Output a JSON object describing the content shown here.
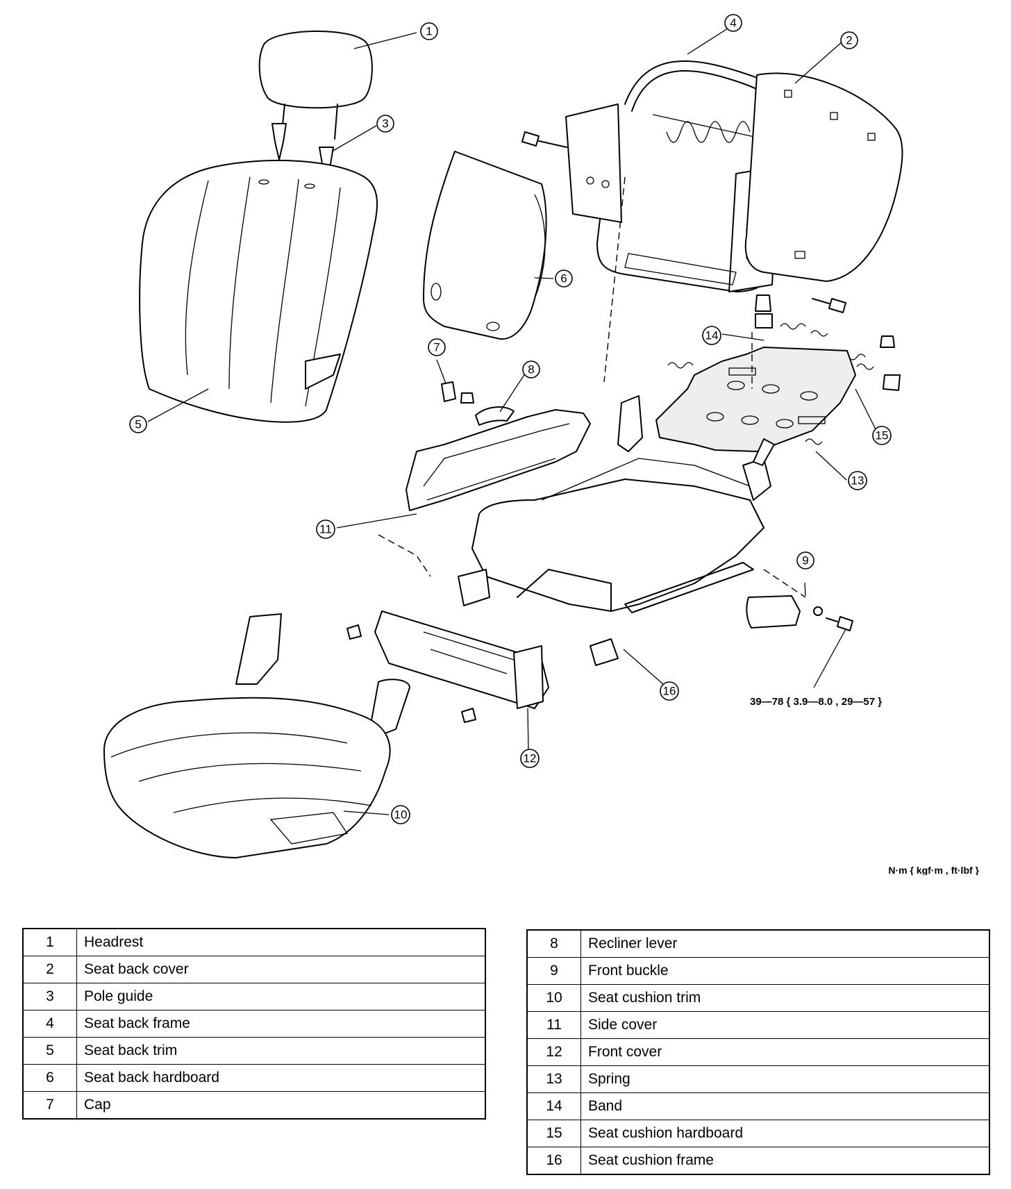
{
  "diagram": {
    "callouts": [
      "1",
      "2",
      "3",
      "4",
      "5",
      "6",
      "7",
      "8",
      "9",
      "10",
      "11",
      "12",
      "13",
      "14",
      "15",
      "16"
    ],
    "torque_spec": "39—78 { 3.9—8.0 , 29—57 }",
    "units": "N·m { kgf·m , ft·lbf }"
  },
  "parts_left": [
    {
      "num": "1",
      "name": "Headrest"
    },
    {
      "num": "2",
      "name": "Seat back cover"
    },
    {
      "num": "3",
      "name": "Pole guide"
    },
    {
      "num": "4",
      "name": "Seat back frame"
    },
    {
      "num": "5",
      "name": "Seat back trim"
    },
    {
      "num": "6",
      "name": "Seat back hardboard"
    },
    {
      "num": "7",
      "name": "Cap"
    }
  ],
  "parts_right": [
    {
      "num": "8",
      "name": "Recliner lever"
    },
    {
      "num": "9",
      "name": "Front buckle"
    },
    {
      "num": "10",
      "name": "Seat cushion trim"
    },
    {
      "num": "11",
      "name": "Side cover"
    },
    {
      "num": "12",
      "name": "Front cover"
    },
    {
      "num": "13",
      "name": "Spring"
    },
    {
      "num": "14",
      "name": "Band"
    },
    {
      "num": "15",
      "name": "Seat cushion hardboard"
    },
    {
      "num": "16",
      "name": "Seat cushion frame"
    }
  ]
}
